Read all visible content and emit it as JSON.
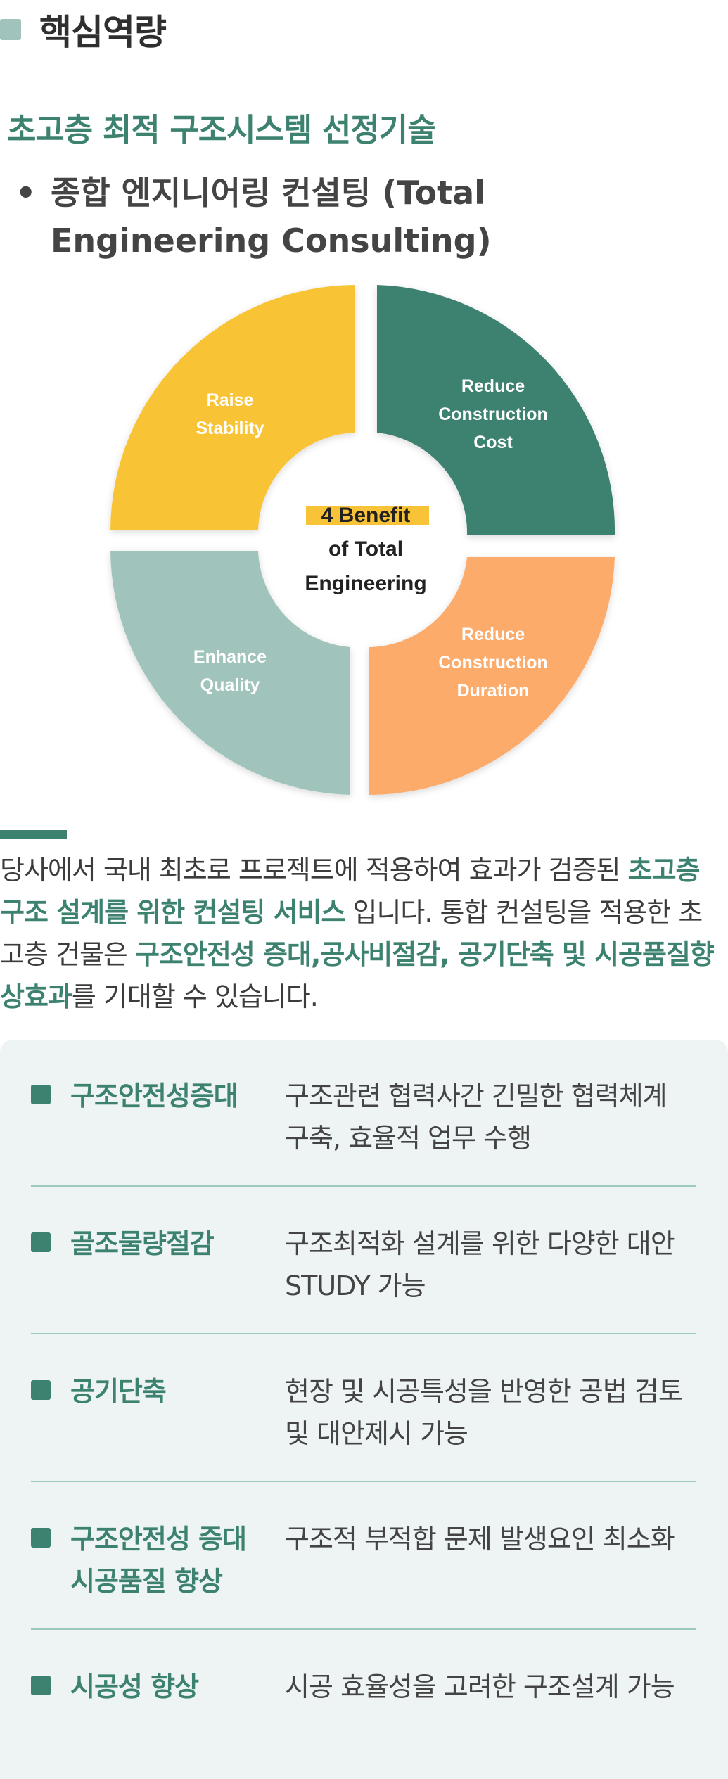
{
  "section": {
    "title": "핵심역량",
    "square_color": "#a0c4bb"
  },
  "subtitle": "초고층 최적 구조시스템 선정기술",
  "bullet": {
    "dot": "•",
    "text": "종합 엔지니어링 컨설팅 (Total Engineering Consulting)"
  },
  "diagram": {
    "center": {
      "line1": "4 Benefit",
      "line2": "of Total",
      "line3": "Engineering"
    },
    "segments": [
      {
        "line1": "Raise",
        "line2": "Stability",
        "line3": "",
        "color": "#f8c336"
      },
      {
        "line1": "Reduce",
        "line2": "Construction",
        "line3": "Cost",
        "color": "#3d8270"
      },
      {
        "line1": "Enhance",
        "line2": "Quality",
        "line3": "",
        "color": "#a0c4bb"
      },
      {
        "line1": "Reduce",
        "line2": "Construction",
        "line3": "Duration",
        "color": "#fdab6a"
      }
    ],
    "center_highlight_color": "#f8c336"
  },
  "intro": {
    "p1": "당사에서 국내 최초로 프로젝트에 적용하여 효과가 검증된 ",
    "hl1": "초고층 구조 설계를 위한 컨설팅 서비스",
    "p2": " 입니다. 통합 컨설팅을 적용한 초고층 건물은 ",
    "hl2": "구조안전성 증대,공사비절감, 공기단축 및 시공품질향상효과",
    "p3": "를 기대할 수 있습니다."
  },
  "benefits": [
    {
      "label_line1": "구조안전성증대",
      "label_line2": "",
      "desc": "구조관련 협력사간 긴밀한 협력체계 구축, 효율적 업무 수행"
    },
    {
      "label_line1": "골조물량절감",
      "label_line2": "",
      "desc": "구조최적화 설계를 위한 다양한 대안 STUDY 가능"
    },
    {
      "label_line1": "공기단축",
      "label_line2": "",
      "desc": "현장 및 시공특성을 반영한 공법 검토 및 대안제시 가능"
    },
    {
      "label_line1": "구조안전성 증대",
      "label_line2": "시공품질 향상",
      "desc": "구조적 부적합 문제 발생요인 최소화"
    },
    {
      "label_line1": "시공성 향상",
      "label_line2": "",
      "desc": "시공 효율성을 고려한 구조설계 가능"
    }
  ],
  "colors": {
    "accent": "#3d8270",
    "background_box": "#eef4f4"
  }
}
